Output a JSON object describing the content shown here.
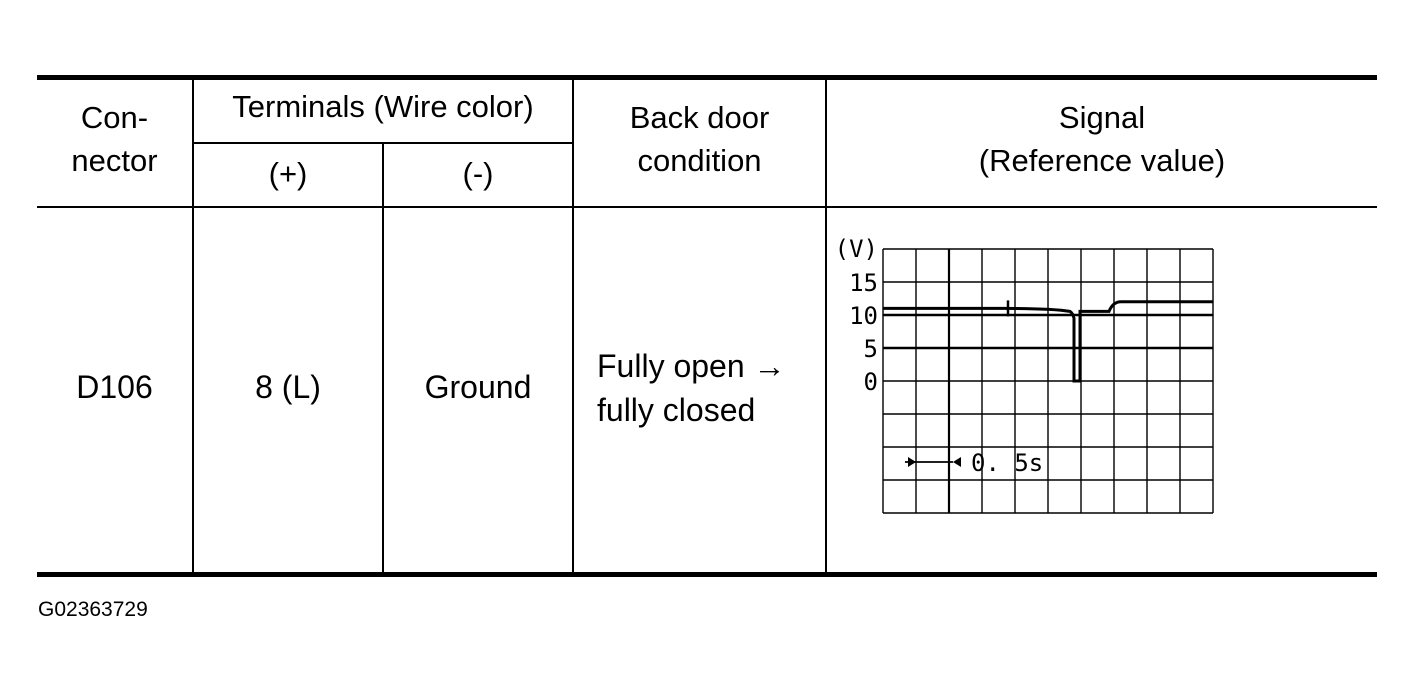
{
  "table": {
    "headers": {
      "connector": [
        "Con-",
        "nector"
      ],
      "terminals": "Terminals (Wire color)",
      "plus": "(+)",
      "minus": "(-)",
      "door_condition": [
        "Back door",
        "condition"
      ],
      "signal": [
        "Signal",
        "(Reference value)"
      ]
    },
    "row": {
      "connector": "D106",
      "plus": "8 (L)",
      "minus": "Ground",
      "door_condition": [
        "Fully open →",
        "fully closed"
      ]
    }
  },
  "waveform": {
    "y_unit": "(V)",
    "y_ticks": [
      "15",
      "10",
      "5",
      "0"
    ],
    "time_div": "0. 5s",
    "baseline_v": 11,
    "end_v": 12,
    "dip_v": 0
  },
  "figure_code": "G02363729"
}
